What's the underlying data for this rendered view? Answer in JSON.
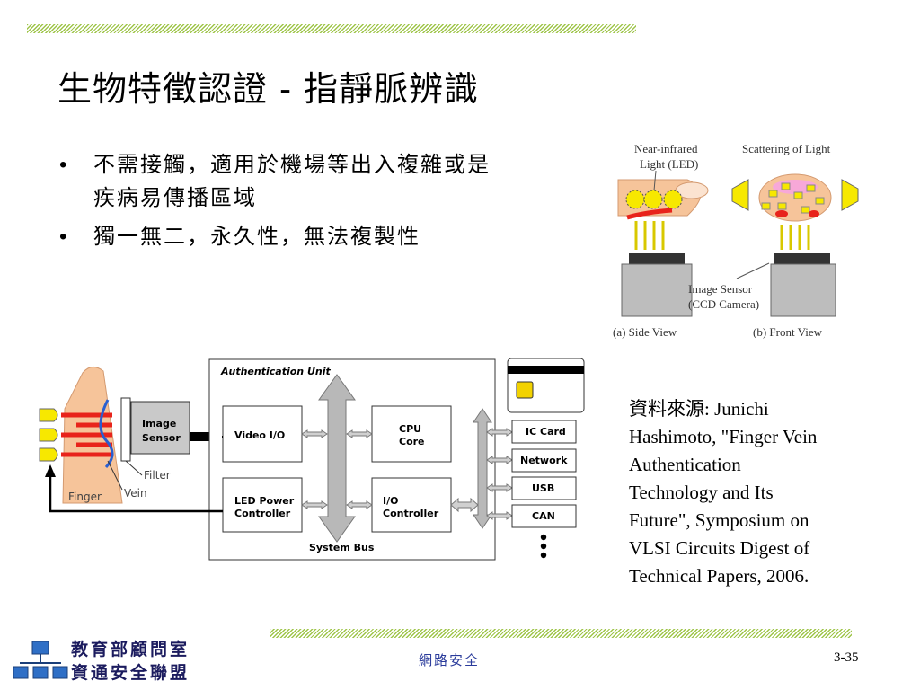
{
  "slide": {
    "title": "生物特徵認證 - 指靜脈辨識",
    "bullets": [
      "不需接觸，適用於機場等出入複雜或是疾病易傳播區域",
      "獨一無二，永久性，無法複製性"
    ]
  },
  "top_figure": {
    "nir_label_1": "Near-infrared",
    "nir_label_2": "Light (LED)",
    "scatter_label": "Scattering of Light",
    "sensor_label_1": "Image Sensor",
    "sensor_label_2": "(CCD Camera)",
    "side_view": "(a) Side View",
    "front_view": "(b) Front View"
  },
  "block_diagram": {
    "unit_title": "Authentication Unit",
    "image_sensor_1": "Image",
    "image_sensor_2": "Sensor",
    "filter": "Filter",
    "vein": "Vein",
    "finger": "Finger",
    "video_io": "Video I/O",
    "cpu_1": "CPU",
    "cpu_2": "Core",
    "led_1": "LED Power",
    "led_2": "Controller",
    "io_1": "I/O",
    "io_2": "Controller",
    "system_bus": "System Bus",
    "interfaces": [
      "IC Card",
      "Network",
      "USB",
      "CAN"
    ]
  },
  "source": "資料來源: Junichi Hashimoto, \"Finger Vein Authentication Technology and Its Future\", Symposium on VLSI Circuits Digest of Technical Papers, 2006.",
  "footer": {
    "org_line1": "教育部顧問室",
    "org_line2": "資通安全聯盟",
    "center": "網路安全",
    "page": "3-35"
  },
  "colors": {
    "hatch": "#9fc54a",
    "led": "#f7e800",
    "finger": "#f6c49a",
    "red": "#e8231b",
    "gray_box": "#b8b8b8"
  },
  "icons": {
    "logo": "network-computers-icon"
  }
}
